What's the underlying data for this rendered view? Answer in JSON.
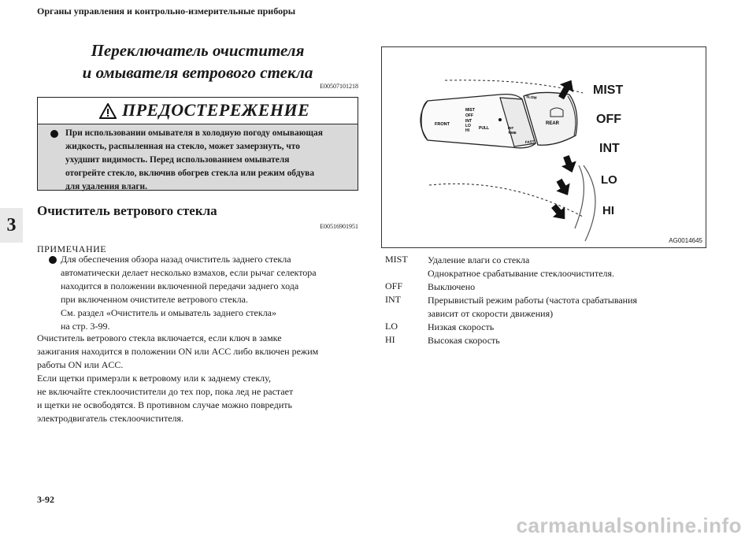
{
  "header": "Органы управления и контрольно-измерительные приборы",
  "title": "Переключатель очистителя\nи омывателя ветрового стекла",
  "title_code": "E00507101218",
  "chapter": "3",
  "warning": {
    "title": "ПРЕДОСТЕРЕЖЕНИЕ",
    "text": "При использовании омывателя в холодную погоду омывающая\nжидкость, распыленная на стекло, может замерзнуть, что\nухудшит видимость. Перед использованием омывателя\nотогрейте стекло, включив обогрев стекла или режим обдува\nдля удаления влаги."
  },
  "section": {
    "title": "Очиститель ветрового стекла",
    "code": "E00516901951"
  },
  "note": {
    "label": "ПРИМЕЧАНИЕ",
    "text": "Для обеспечения обзора назад очиститель заднего стекла\nавтоматически делает несколько взмахов, если рычаг селектора\nнаходится в положении включенной передачи заднего хода\nпри включенном очистителе ветрового стекла.\nСм. раздел «Очиститель и омыватель заднего стекла»\nна стр. 3-99."
  },
  "body_text": "Очиститель ветрового стекла включается, если ключ в замке\nзажигания находится в положении ON или ACC либо включен режим\nработы ON или ACC.\nЕсли щетки примерзли к ветровому или к заднему стеклу,\nне включайте стеклоочистители до тех пор, пока лед не растает\nи щетки не освободятся. В противном случае можно повредить\nэлектродвигатель стеклоочистителя.",
  "figure": {
    "code": "AG0014645",
    "positions": [
      "MIST",
      "OFF",
      "INT",
      "LO",
      "HI"
    ],
    "stalk_labels": {
      "front": "FRONT",
      "mist": "MIST",
      "off": "OFF",
      "int": "INT",
      "lo": "LO",
      "hi": "HI",
      "pull": "PULL",
      "int_time": "INT\nTIME",
      "slow": "SLOW",
      "fast": "FAST",
      "rear": "REAR"
    }
  },
  "definitions": [
    {
      "key": "MIST",
      "value": "Удаление влаги со стекла\nОднократное срабатывание стеклоочистителя."
    },
    {
      "key": "OFF",
      "value": "Выключено"
    },
    {
      "key": "INT",
      "value": "Прерывистый режим работы (частота срабатывания\nзависит от скорости движения)"
    },
    {
      "key": "LO",
      "value": "Низкая скорость"
    },
    {
      "key": "HI",
      "value": "Высокая скорость"
    }
  ],
  "footer": "3-92",
  "watermark": "carmanualsonline.info"
}
